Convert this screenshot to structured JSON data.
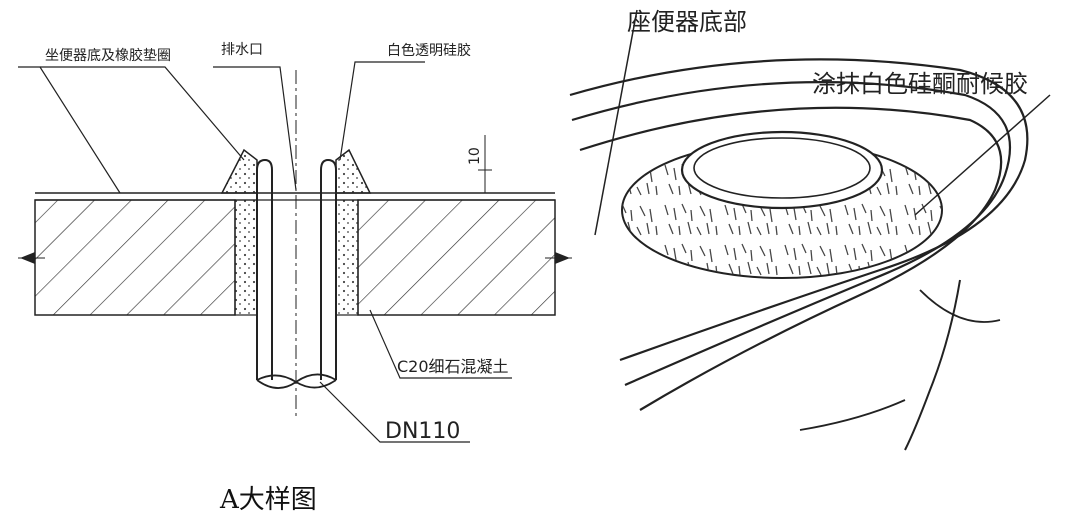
{
  "left_drawing": {
    "labels": {
      "toilet_base_gasket": "坐便器底及橡胶垫圈",
      "drain_outlet": "排水口",
      "white_silicone": "白色透明硅胶",
      "dimension_10": "10",
      "concrete": "C20细石混凝土",
      "pipe": "DN110"
    },
    "caption": "A大样图"
  },
  "right_drawing": {
    "labels": {
      "toilet_bottom": "座便器底部",
      "sealant": "涂抹白色硅酮耐候胶"
    }
  }
}
